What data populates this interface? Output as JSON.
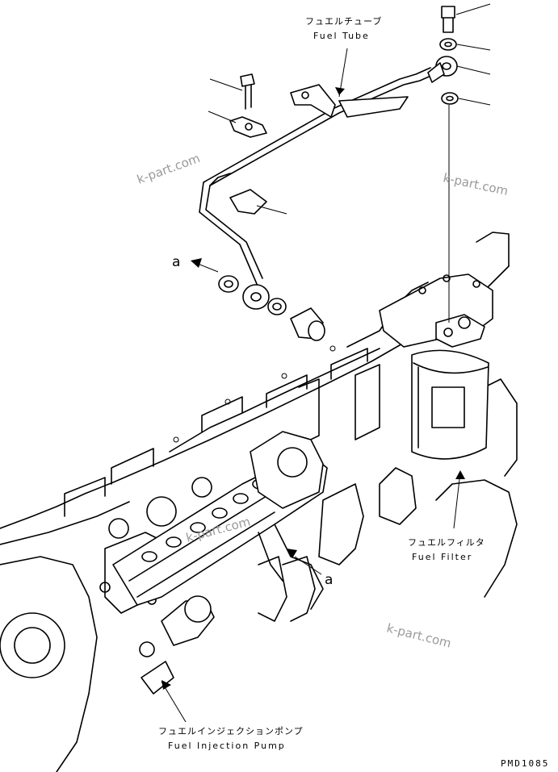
{
  "labels": {
    "fuel_tube_jp": "フュエルチューブ",
    "fuel_tube_en": "Fuel Tube",
    "fuel_filter_jp": "フュエルフィルタ",
    "fuel_filter_en": "Fuel Filter",
    "injection_pump_jp": "フュエルインジェクションポンプ",
    "injection_pump_en": "Fuel Injection Pump",
    "callout_a_upper": "a",
    "callout_a_lower": "a"
  },
  "watermarks": [
    "k-part.com",
    "k-part.com",
    "k-part.com",
    "k-part.com"
  ],
  "drawing_code": "PMD1085"
}
